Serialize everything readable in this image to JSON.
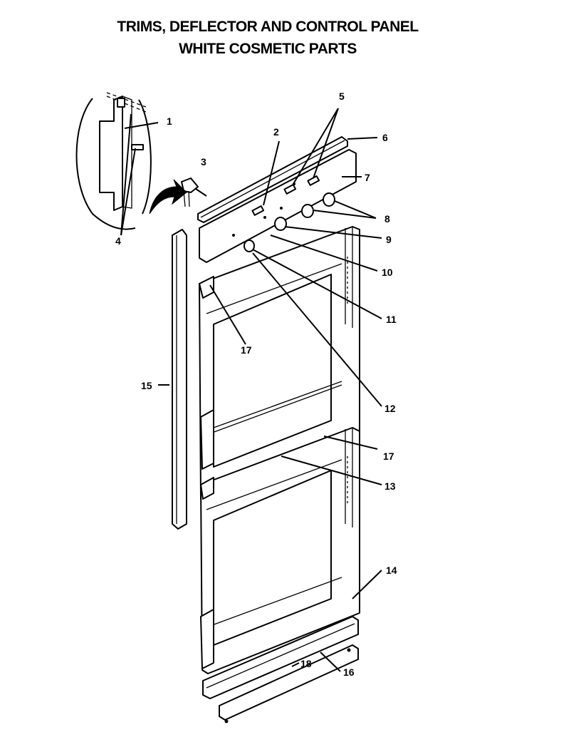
{
  "title": {
    "line1": "TRIMS, DEFLECTOR AND CONTROL PANEL",
    "line2": "WHITE COSMETIC PARTS"
  },
  "callouts": {
    "c1": "1",
    "c2": "2",
    "c3": "3",
    "c4": "4",
    "c5": "5",
    "c6": "6",
    "c7": "7",
    "c8": "8",
    "c9": "9",
    "c10": "10",
    "c11": "11",
    "c12": "12",
    "c13": "13",
    "c14": "14",
    "c15": "15",
    "c16": "16",
    "c17a": "17",
    "c17b": "17",
    "c18": "18"
  }
}
